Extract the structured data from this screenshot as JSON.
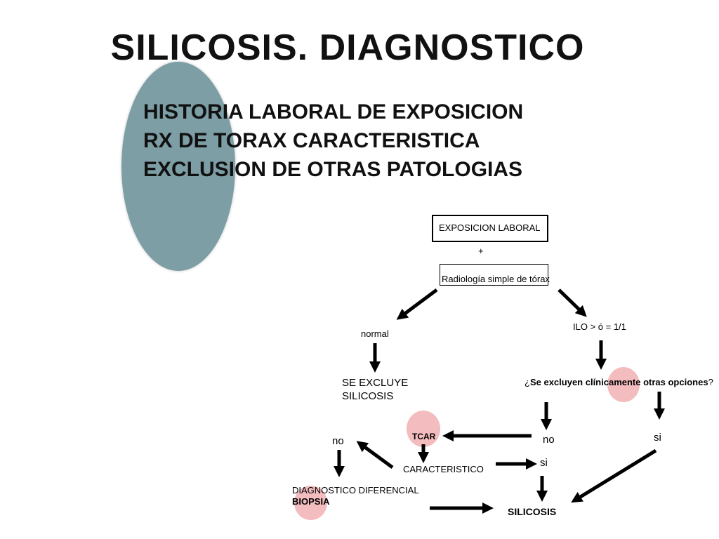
{
  "slide": {
    "title": "SILICOSIS. DIAGNOSTICO",
    "criteria": [
      "HISTORIA LABORAL DE EXPOSICION",
      "RX DE TORAX CARACTERISTICA",
      "EXCLUSION DE OTRAS PATOLOGIAS"
    ]
  },
  "flowchart": {
    "exposicion": "EXPOSICION LABORAL",
    "plus": "+",
    "radiologia": "Radiología simple de tórax",
    "normal": "normal",
    "ilo": "ILO >  ó = 1/1",
    "se_excluye_line1": "SE EXCLUYE",
    "se_excluye_line2": "SILICOSIS",
    "question_open": "¿",
    "question_text": "Se excluyen clínicamente otras opciones",
    "question_close": "?",
    "no_right": "no",
    "si_right": "si",
    "tcar": "TCAR",
    "no_left": "no",
    "caracteristico": "CARACTERISTICO",
    "si_mid": "si",
    "diag_dif": "DIAGNOSTICO DIFERENCIAL",
    "biopsia": "BIOPSIA",
    "silicosis": "SILICOSIS"
  },
  "colors": {
    "ellipse": "#6e949b",
    "highlight": "#efa5a8"
  }
}
